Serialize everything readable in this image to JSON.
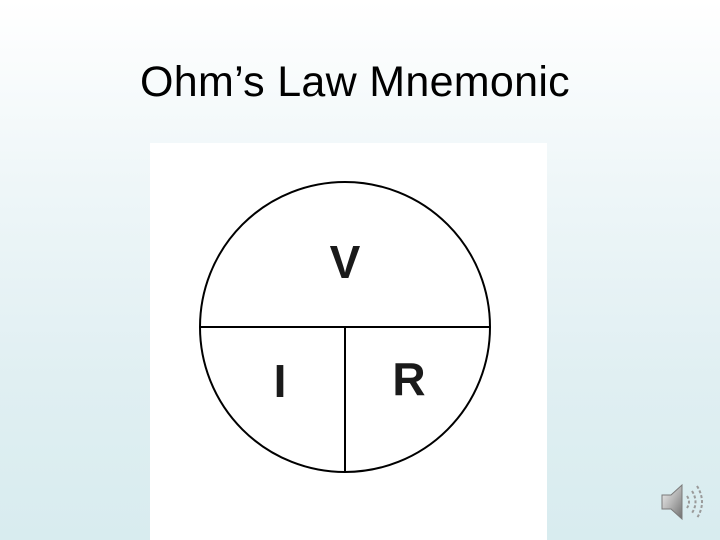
{
  "slide": {
    "title": "Ohm’s Law Mnemonic"
  },
  "diagram": {
    "top_label": "V",
    "bottom_left_label": "I",
    "bottom_right_label": "R"
  },
  "media": {
    "audio_icon": "speaker-icon"
  }
}
